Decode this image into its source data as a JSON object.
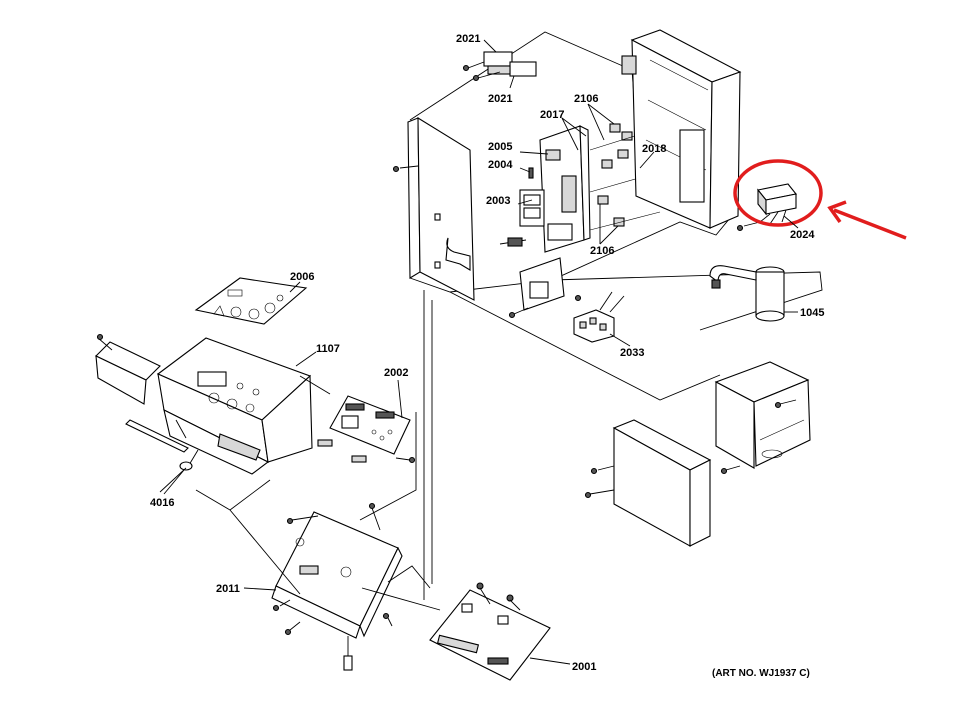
{
  "diagram": {
    "part_labels": [
      "2021",
      "2021",
      "2106",
      "2017",
      "2005",
      "2004",
      "2003",
      "2018",
      "2024",
      "2106",
      "1045",
      "2033",
      "2006",
      "1107",
      "2002",
      "4016",
      "2011",
      "2001"
    ],
    "art_number": "(ART NO. WJ1937 C)"
  },
  "highlight": {
    "color": "#e11d1d",
    "target_part": "2024"
  }
}
